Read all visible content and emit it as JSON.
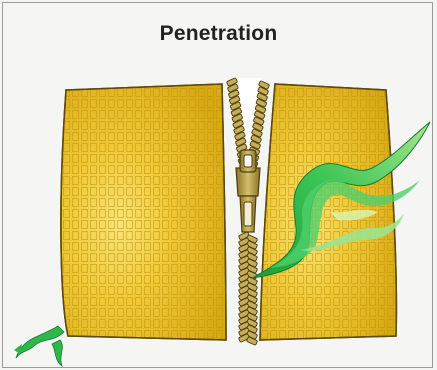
{
  "diagram": {
    "title": "Penetration",
    "colors": {
      "background": "#f5f5f3",
      "fabric": "#e3b51c",
      "fabric_highlight": "#f6dc63",
      "weave": "#b98c10",
      "zipper": "#b49a45",
      "zipper_dark": "#6b5818",
      "vapor": "#2fb84a",
      "vapor_light": "#9fe28e"
    },
    "icons": [
      "fabric-panel",
      "zipper",
      "vapor-wisp"
    ]
  }
}
